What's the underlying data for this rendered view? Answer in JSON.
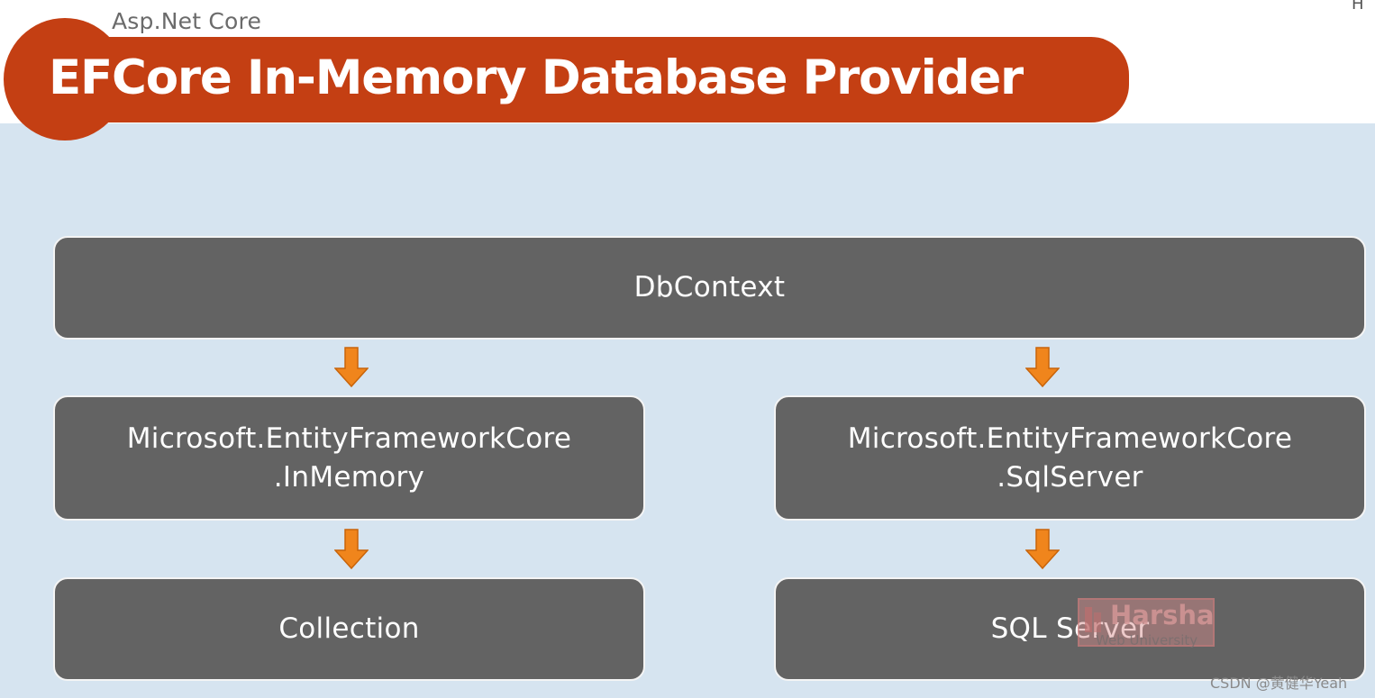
{
  "header": {
    "course": "Asp.Net Core",
    "title": "EFCore In-Memory Database Provider",
    "corner_mark": "H"
  },
  "diagram": {
    "nodes": {
      "dbcontext": "DbContext",
      "inmemory_line1": "Microsoft.EntityFrameworkCore",
      "inmemory_line2": ".InMemory",
      "sqlserver_line1": "Microsoft.EntityFrameworkCore",
      "sqlserver_line2": ".SqlServer",
      "collection": "Collection",
      "sqlserver_db": "SQL Server"
    },
    "edges": [
      {
        "from": "dbcontext",
        "to": "inmemory"
      },
      {
        "from": "dbcontext",
        "to": "sqlserver"
      },
      {
        "from": "inmemory",
        "to": "collection"
      },
      {
        "from": "sqlserver",
        "to": "sqlserver_db"
      }
    ]
  },
  "watermarks": {
    "logo_title": "Harsha",
    "logo_subtitle": "Web University",
    "site": "CSDN @黄健华Yeah"
  },
  "colors": {
    "title_banner": "#c43f13",
    "background": "#d6e4f0",
    "node_fill": "#636363",
    "arrow": "#f0851c"
  }
}
